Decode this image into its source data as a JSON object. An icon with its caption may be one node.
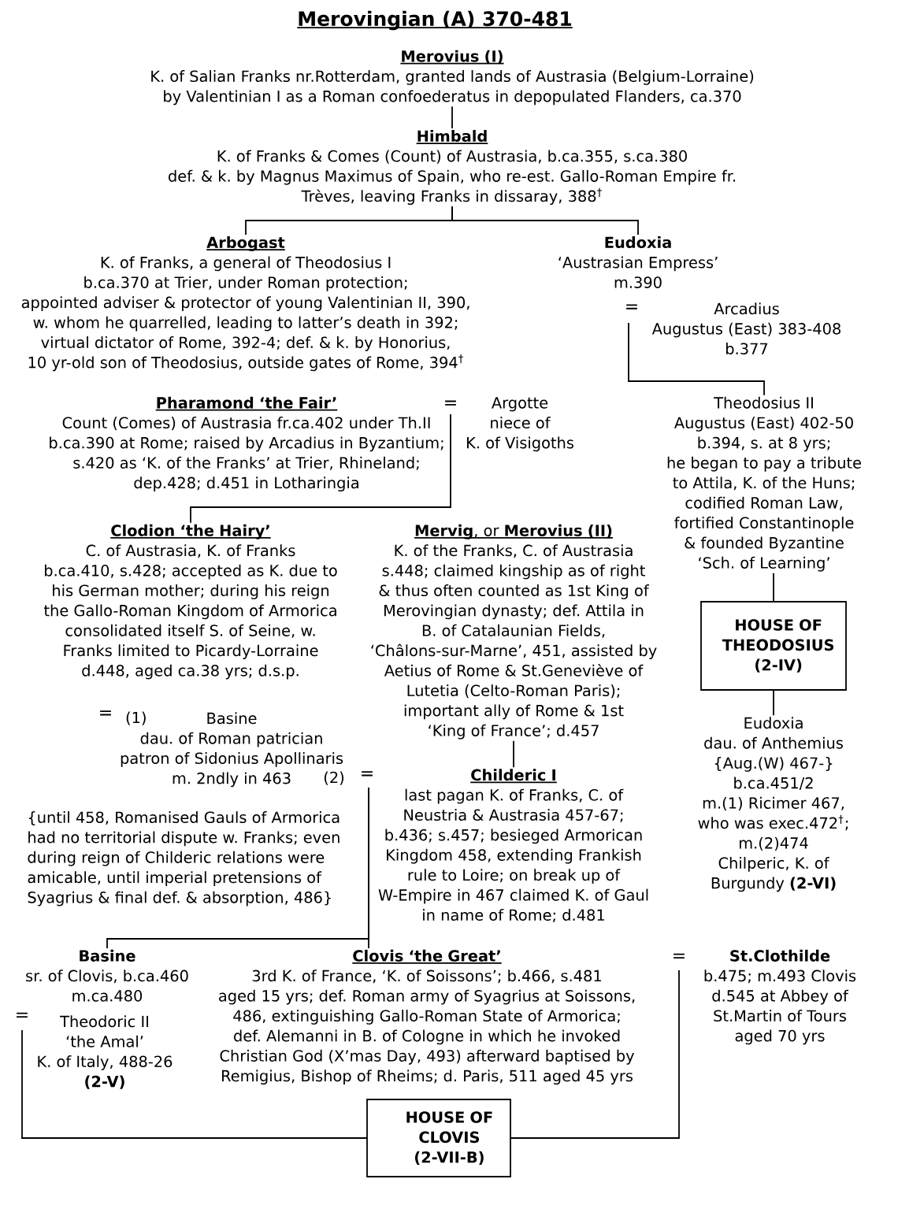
{
  "diagram": {
    "title": "Merovingian (A) 370-481",
    "nodes": [
      {
        "text": [
          "Merovius (I)",
          "K. of Salian Franks nr.Rotterdam, granted lands of Austrasia (Belgium-Lorraine) by Valentinian I as a Roman confoederatus in depopulated Flanders, ca.370"
        ]
      },
      {
        "text": [
          "Himbald",
          "K. of Franks & Comes (Count) of Austrasia, b.ca.355, s.ca.380 def. & k. by Magnus Maximus of Spain, who re-est. Gallo-Roman Empire fr. Trèves, leaving Franks in dissaray, 388$^{†}$"
        ]
      },
      {
        "text": [
          "Arbogast",
          "K. of Franks, a general of Theodosius I b.ca.370 at Trier, under Roman protection; appointed adviser & protector of young Valentinian II, 390, w. whom he quarrelled, leading to latter’s death in 392; virtual dictator of Rome, 392-4; def. & k. by Honorius, 10 yr-old son of Theodosius, outside gates of Rome, 394$^{†}$"
        ]
      },
      {
        "text": [
          "Eudoxia",
          "‘Austrasian Empress’ m.390"
        ]
      },
      {
        "text": [
          "Arcadius",
          "Augustus (East) 383-408 b.377"
        ]
      },
      {
        "text": [
          "Pharamond ‘the Fair’",
          "Count (Comes) of Austrasia fr.ca.402 under Th.II b.ca.390 at Rome; raised by Arcadius in Byzantium; s.420 as ‘K. of the Franks’ at Trier, Rhineland; dep.428; d.451 in Lotharingia"
        ]
      },
      {
        "text": [
          "Argotte",
          "niece of K. of Visigoths"
        ]
      },
      {
        "text": [
          "Theodosius II",
          "Augustus (East) 402-50 b.394, s. at 8 yrs; he began to pay a tribute to Attila, K. of the Huns; codified Roman Law, fortified Constantinople & founded Byzantine ‘Sch. of Learning’"
        ]
      },
      {
        "text": [
          "Clodion ‘the Hairy’",
          "C. of Austrasia, K. of Franks b.ca.410, s.428; accepted as K. due to his German mother; during his reign the Gallo-Roman Kingdom of Armorica consolidated itself S. of Seine, w. Franks limited to Picardy-Lorraine d.448, aged ca.38 yrs; d.s.p."
        ]
      },
      {
        "text": [
          "**Mervig**, or **Merovius (II)**",
          "K. of the Franks, C. of Austrasia s.448; claimed kingship as of right & thus often counted as 1st King of Merovingian dynasty; def. Attila in B. of Catalaunian Fields, ‘Châlons-sur-Marne’, 451, assisted by Aetius of Rome & St.Geneviève of Lutetia (Celto-Roman Paris); important ally of Rome & 1st ‘King of France’; d.457"
        ]
      },
      {
        "text": [
          "HOUSE OF THEODOSIUS (2-IV)"
        ]
      },
      {
        "text": [
          "Basine",
          "dau. of Roman patrician patron of Sidonius Apollinaris m. 2ndly in 463"
        ],
        "beside": [
          "(1)",
          "(2)"
        ]
      },
      {
        "text": [
          "Eudoxia",
          "dau. of Anthemius {Aug.(W) 467-} b.ca.451/2 m.(1) Ricimer 467, who was exec.472$^{†}$; m.(2)474 Chilperic, K. of Burgundy **(2-VI)**"
        ]
      },
      {
        "text": [
          "Childeric I",
          "last pagan K. of Franks, C. of Neustria & Austrasia 457-67; b.436; s.457; besieged Armorican Kingdom 458, extending Frankish rule to Loire; on break up of W-Empire in 467 claimed K. of Gaul in name of Rome; d.481"
        ]
      },
      {
        "text": [
          "Basine",
          "sr. of Clovis, b.ca.460 m.ca.480"
        ]
      },
      {
        "text": [
          "Clovis ‘the Great’",
          "3rd K. of France, ‘K. of Soissons’; b.466, s.481 aged 15 yrs; def. Roman army of Syagrius at Soissons, 486, extinguishing Gallo-Roman State of Armorica; def. Alemanni in B. of Cologne in which he invoked Christian God (X’mas Day, 493) afterward baptised by Remigius, Bishop of Rheims; d. Paris, 511 aged 45 yrs"
        ]
      },
      {
        "text": [
          "St.Clothilde",
          "b.475; m.493 Clovis d.545 at Abbey of St.Martin of Tours aged 70 yrs"
        ]
      },
      {
        "text": [
          "Theodoric II",
          "‘the Amal’ K. of Italy, 488-26 **(2-V)**"
        ]
      },
      {
        "text": [
          "HOUSE OF CLOVIS (2-VII-B)"
        ]
      }
    ],
    "edges": [
      {
        "from": 0,
        "to": 1,
        "arrow": "none"
      },
      {
        "from": 1,
        "to": 2,
        "arrow": "none"
      },
      {
        "from": 1,
        "to": 3,
        "arrow": "none"
      },
      {
        "from": 4,
        "to": 7,
        "arrow": "none"
      },
      {
        "from": 5,
        "to": 8,
        "arrow": "none"
      },
      {
        "from": 7,
        "to": 10,
        "arrow": "none"
      },
      {
        "from": 9,
        "to": 13,
        "arrow": "none"
      },
      {
        "from": 10,
        "to": 12,
        "arrow": "none"
      },
      {
        "from": 13,
        "to": 14,
        "arrow": "none"
      },
      {
        "from": 13,
        "to": 15,
        "arrow": "none"
      },
      {
        "from": 16,
        "to": 18,
        "arrow": "none"
      },
      {
        "from": 17,
        "to": 18,
        "arrow": "none"
      }
    ],
    "labels": [
      "=",
      "=",
      "=",
      "=",
      "{until 458, Romanised Gauls of Armorica had no territorial dispute w. Franks; even during reign of Childeric relations were amicable, until imperial pretensions of Syagrius & final def. & absorption, 486}",
      "=",
      "="
    ]
  }
}
